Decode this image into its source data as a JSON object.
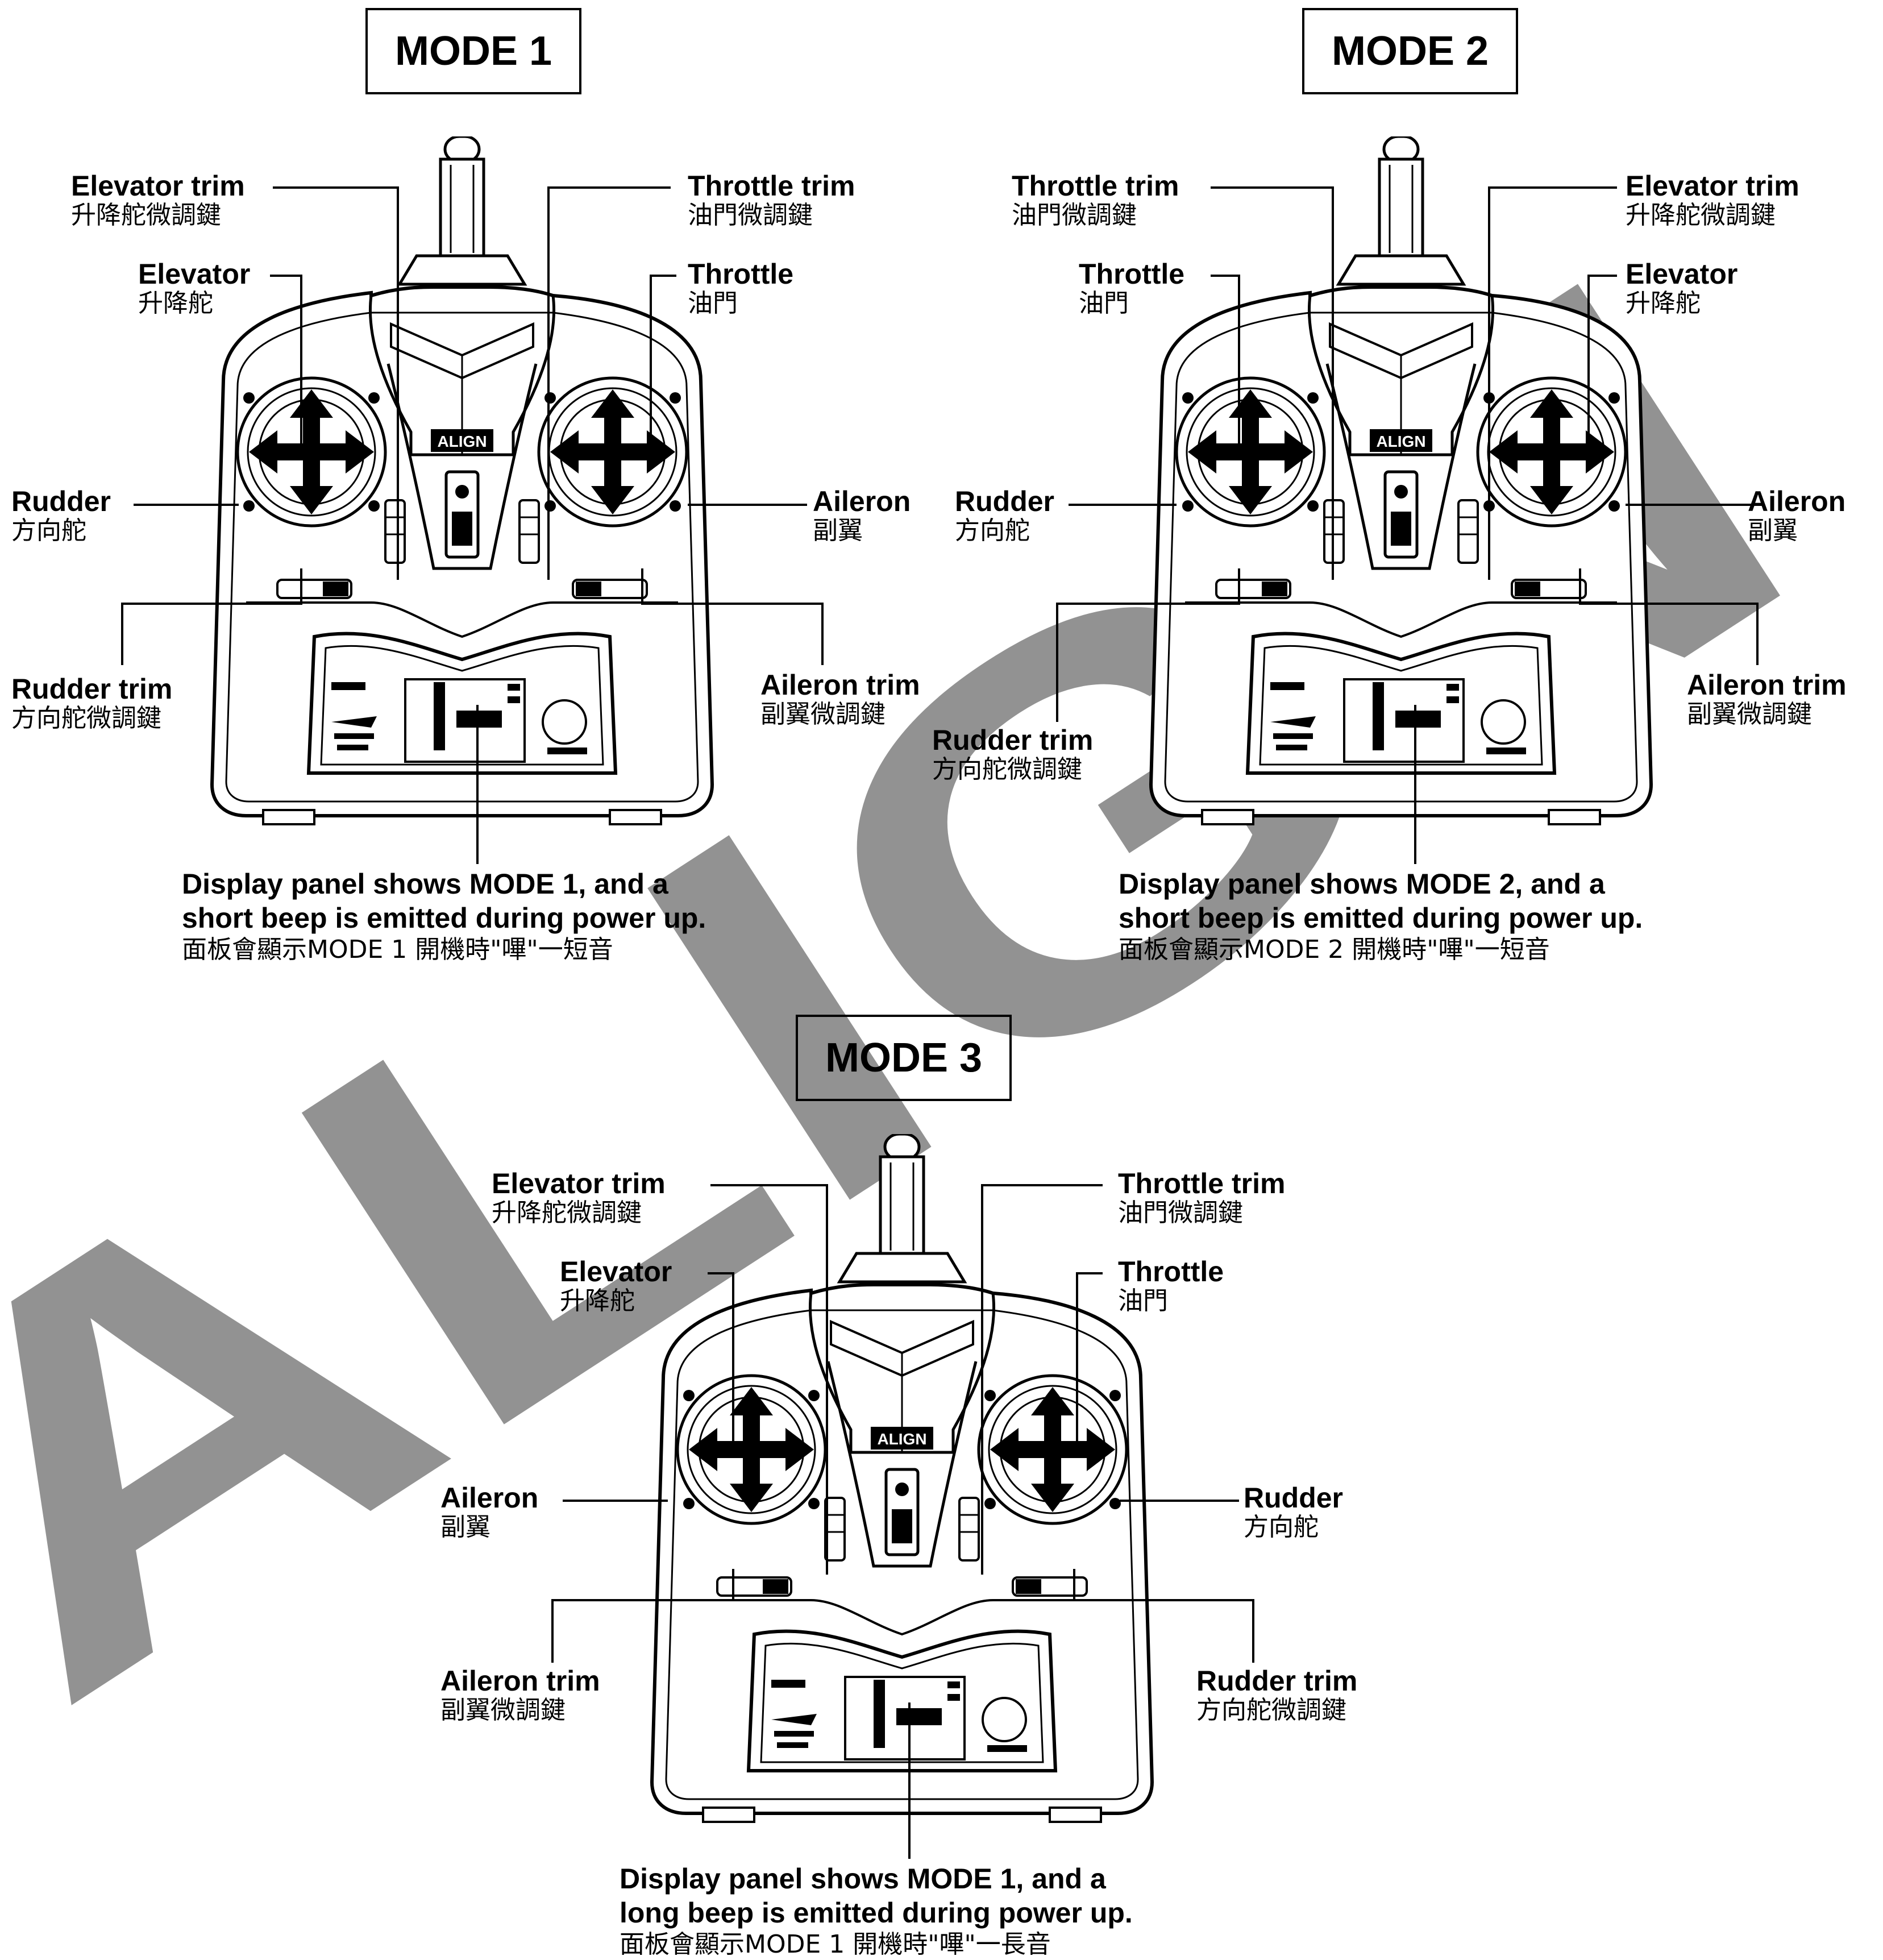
{
  "watermark": {
    "text": "ALIGN",
    "color": "#8a8a8a"
  },
  "transmitter": {
    "logo_text": "ALIGN"
  },
  "modes": [
    {
      "title": "MODE 1",
      "labels": {
        "elevator_trim": {
          "en": "Elevator trim",
          "zh": "升降舵微調鍵"
        },
        "throttle_trim": {
          "en": "Throttle trim",
          "zh": "油門微調鍵"
        },
        "elevator": {
          "en": "Elevator",
          "zh": "升降舵"
        },
        "throttle": {
          "en": "Throttle",
          "zh": "油門"
        },
        "rudder": {
          "en": "Rudder",
          "zh": "方向舵"
        },
        "aileron": {
          "en": "Aileron",
          "zh": "副翼"
        },
        "rudder_trim": {
          "en": "Rudder trim",
          "zh": "方向舵微調鍵"
        },
        "aileron_trim": {
          "en": "Aileron trim",
          "zh": "副翼微調鍵"
        }
      },
      "caption": {
        "line1": "Display panel shows MODE 1, and a",
        "line2": "short beep is emitted during power up.",
        "zh": "面板會顯示MODE 1 開機時\"嗶\"一短音"
      }
    },
    {
      "title": "MODE 2",
      "labels": {
        "throttle_trim": {
          "en": "Throttle trim",
          "zh": "油門微調鍵"
        },
        "elevator_trim": {
          "en": "Elevator trim",
          "zh": "升降舵微調鍵"
        },
        "throttle": {
          "en": "Throttle",
          "zh": "油門"
        },
        "elevator": {
          "en": "Elevator",
          "zh": "升降舵"
        },
        "rudder": {
          "en": "Rudder",
          "zh": "方向舵"
        },
        "aileron": {
          "en": "Aileron",
          "zh": "副翼"
        },
        "rudder_trim": {
          "en": "Rudder trim",
          "zh": "方向舵微調鍵"
        },
        "aileron_trim": {
          "en": "Aileron trim",
          "zh": "副翼微調鍵"
        }
      },
      "caption": {
        "line1": "Display panel shows MODE 2, and a",
        "line2": "short beep is emitted during power up.",
        "zh": "面板會顯示MODE 2 開機時\"嗶\"一短音"
      }
    },
    {
      "title": "MODE 3",
      "labels": {
        "elevator_trim": {
          "en": "Elevator trim",
          "zh": "升降舵微調鍵"
        },
        "throttle_trim": {
          "en": "Throttle trim",
          "zh": "油門微調鍵"
        },
        "elevator": {
          "en": "Elevator",
          "zh": "升降舵"
        },
        "throttle": {
          "en": "Throttle",
          "zh": "油門"
        },
        "aileron": {
          "en": "Aileron",
          "zh": "副翼"
        },
        "rudder": {
          "en": "Rudder",
          "zh": "方向舵"
        },
        "aileron_trim": {
          "en": "Aileron trim",
          "zh": "副翼微調鍵"
        },
        "rudder_trim": {
          "en": "Rudder trim",
          "zh": "方向舵微調鍵"
        }
      },
      "caption": {
        "line1": "Display panel shows MODE 1, and a",
        "line2": "long beep is emitted during power up.",
        "zh": "面板會顯示MODE 1 開機時\"嗶\"一長音"
      }
    }
  ]
}
